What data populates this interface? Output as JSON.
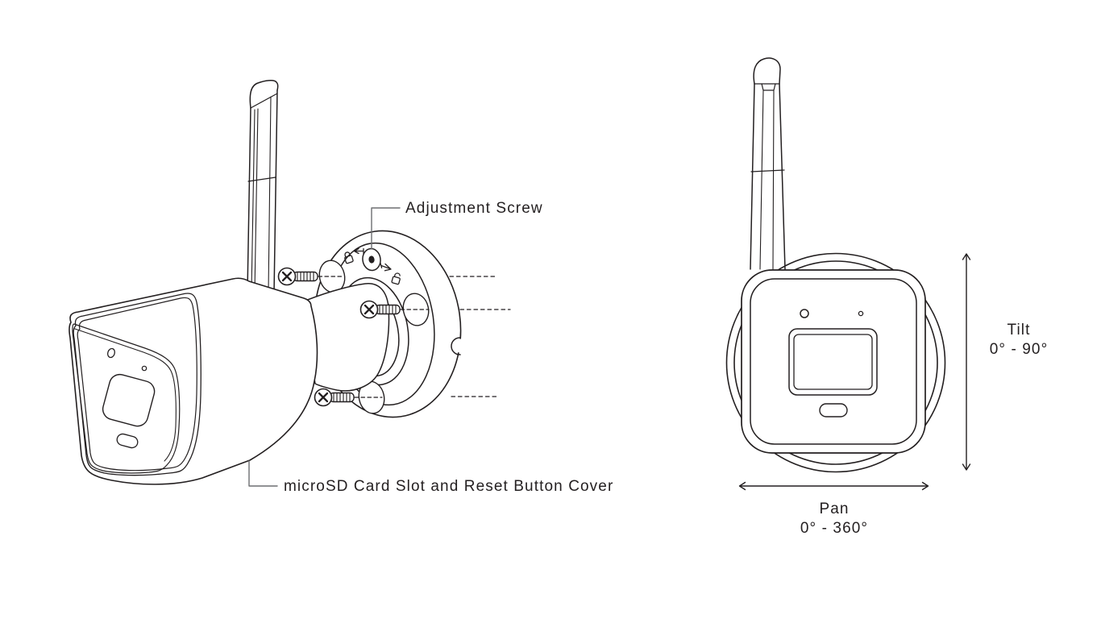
{
  "page": {
    "background_color": "#ffffff",
    "line_color": "#231f20",
    "leader_color": "#6d6e71",
    "text_color": "#231f20"
  },
  "diagram": {
    "left_view": {
      "callouts": {
        "adjustment_screw": "Adjustment Screw",
        "microsd": "microSD Card Slot and Reset Button Cover"
      },
      "icons": {
        "lock_closed": "lock-closed-icon",
        "lock_open": "lock-open-icon",
        "rotate_to_lock": "rotate-lock-arrow-icon",
        "rotate_to_unlock": "rotate-unlock-arrow-icon",
        "mount_screw": "phillips-screw-icon"
      }
    },
    "right_view": {
      "tilt_label": "Tilt",
      "tilt_range": "0° - 90°",
      "pan_label": "Pan",
      "pan_range": "0° - 360°"
    }
  }
}
